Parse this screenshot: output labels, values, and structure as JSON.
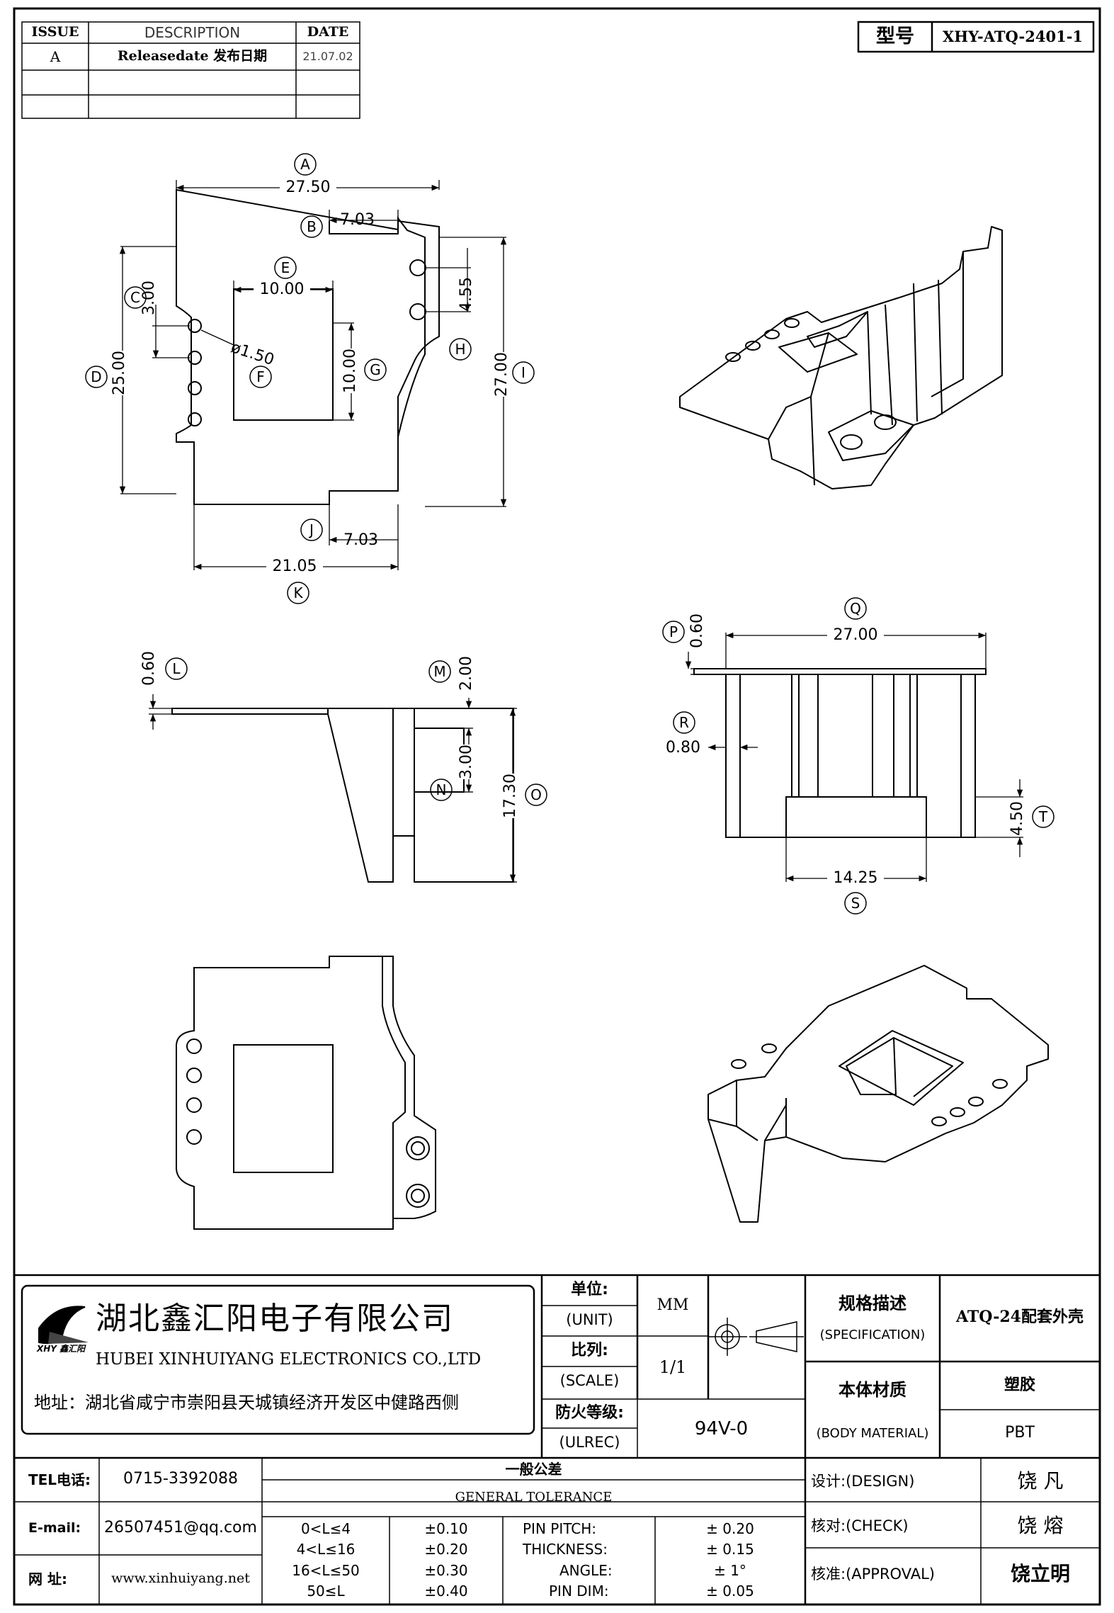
{
  "revision_table": {
    "headers": {
      "issue": "ISSUE",
      "description": "DESCRIPTION",
      "date": "DATE"
    },
    "rows": [
      {
        "issue": "A",
        "description": "Releasedate 发布日期",
        "date": "21.07.02"
      }
    ]
  },
  "model": {
    "label": "型号",
    "value": "XHY-ATQ-2401-1"
  },
  "top_view": {
    "A": "A",
    "A_val": "27.50",
    "B": "B",
    "B_val": "7.03",
    "C": "C",
    "C_val": "3.00",
    "D": "D",
    "D_val": "25.00",
    "E": "E",
    "E_val": "10.00",
    "F": "F",
    "F_val": "ø1.50",
    "G": "G",
    "G_val": "10.00",
    "H": "H",
    "H_val": "4.55",
    "I": "I",
    "I_val": "27.00",
    "J": "J",
    "J_val": "7.03",
    "K": "K",
    "K_val": "21.05"
  },
  "side_view": {
    "L": "L",
    "L_val": "0.60",
    "M": "M",
    "M_val": "2.00",
    "N": "N",
    "N_val": "3.00",
    "O": "O",
    "O_val": "17.30"
  },
  "front_view": {
    "P": "P",
    "P_val": "0.60",
    "Q": "Q",
    "Q_val": "27.00",
    "R": "R",
    "R_val": "0.80",
    "S": "S",
    "S_val": "14.25",
    "T": "T",
    "T_val": "4.50"
  },
  "company": {
    "name_cn": "湖北鑫汇阳电子有限公司",
    "name_en": "HUBEI XINHUIYANG ELECTRONICS CO.,LTD",
    "logo_text": "XHY 鑫汇阳",
    "address": "地址：湖北省咸宁市崇阳县天城镇经济开发区中健路西侧"
  },
  "unit": {
    "label_cn": "单位:",
    "label_en": "(UNIT)",
    "value": "MM"
  },
  "scale": {
    "label_cn": "比列:",
    "label_en": "(SCALE)",
    "value": "1/1"
  },
  "fire": {
    "label_cn": "防火等级:",
    "label_en": "(ULREC)",
    "value": "94V-0"
  },
  "spec": {
    "label_cn": "规格描述",
    "label_en": "(SPECIFICATION)",
    "value": "ATQ-24配套外壳"
  },
  "material": {
    "label_cn": "本体材质",
    "label_en": "(BODY MATERIAL)",
    "value_cn": "塑胶",
    "value_en": "PBT"
  },
  "contact": {
    "tel_label": "TEL电话:",
    "tel": "0715-3392088",
    "email_label": "E-mail:",
    "email": "26507451@qq.com",
    "web_label": "网  址:",
    "web": "www.xinhuiyang.net"
  },
  "tolerance": {
    "title_cn": "一般公差",
    "title_en": "GENERAL TOLERANCE",
    "ranges": [
      {
        "range": "0<L≤4",
        "tol": "±0.10"
      },
      {
        "range": "4<L≤16",
        "tol": "±0.20"
      },
      {
        "range": "16<L≤50",
        "tol": "±0.30"
      },
      {
        "range": "50≤L",
        "tol": "±0.40"
      }
    ],
    "items": [
      {
        "name": "PIN PITCH:",
        "tol": "±  0.20"
      },
      {
        "name": "THICKNESS:",
        "tol": "±  0.15"
      },
      {
        "name": "ANGLE:",
        "tol": "±  1°"
      },
      {
        "name": "PIN DIM:",
        "tol": "±  0.05"
      }
    ]
  },
  "signoff": {
    "design_label": "设计:(DESIGN)",
    "design": "饶  凡",
    "check_label": "核对:(CHECK)",
    "check": "饶  熔",
    "approval_label": "核准:(APPROVAL)",
    "approval": "饶立明"
  }
}
